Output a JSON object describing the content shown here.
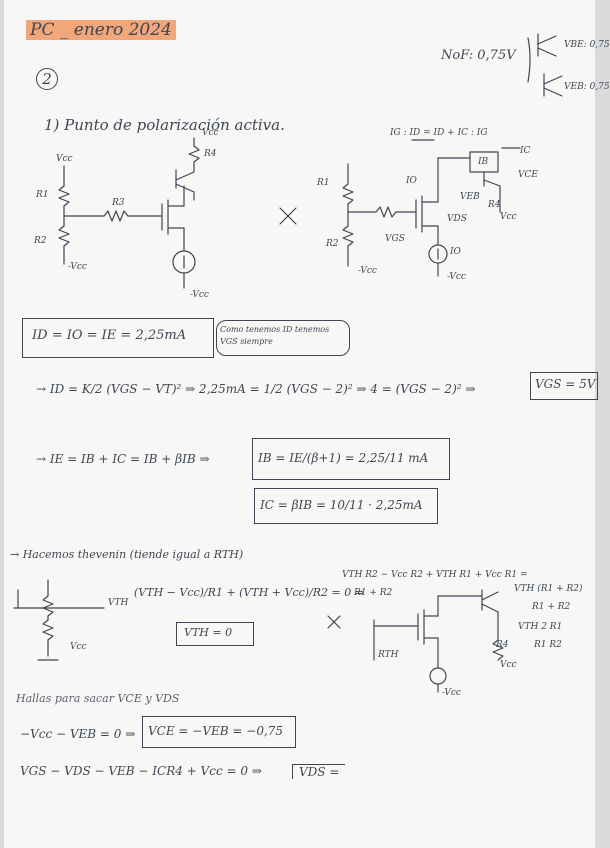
{
  "header": {
    "title": "PC _ enero 2024",
    "problem_number": "2"
  },
  "top_right": {
    "nmos_vt": "NoF: 0,75V",
    "vbe": "VBE: 0,75",
    "veb": "VEB: 0,75"
  },
  "section1": {
    "heading": "1) Punto de polarización activa."
  },
  "circuit1": {
    "vcc": "Vcc",
    "vcc_right": "Vcc",
    "r1": "R1",
    "r2": "R2",
    "r3": "R3",
    "r4": "R4",
    "minus_vcc_left": "-Vcc",
    "minus_vcc": "-Vcc"
  },
  "circuit2": {
    "currents": "IG : ID = ID + IC : IG",
    "ic": "IC",
    "io": "IO",
    "ib": "IB",
    "vce": "VCE",
    "veb": "VEB",
    "r4": "R4",
    "vcc": "Vcc",
    "vds": "VDS",
    "vgs": "VGS",
    "r1": "R1",
    "r2": "R2",
    "io2": "IO",
    "minus_vcc": "-Vcc",
    "minus_vcc_left": "-Vcc"
  },
  "eq_main": {
    "text": "ID = IO = IE = 2,25mA",
    "note": "Como tenemos ID tenemos VGS siempre"
  },
  "eq_id": {
    "text": "→ ID = K/2 (VGS − VT)² ⇒ 2,25mA = 1/2 (VGS − 2)² ⇒ 4 = (VGS − 2)² ⇒",
    "result": "VGS = 5V"
  },
  "eq_ie": {
    "text": "→ IE = IB + IC = IB + βIB ⇒",
    "result": "IB = IE/(β+1) = 2,25/11 mA"
  },
  "eq_ic": {
    "text": "IC = βIB = 10/11 · 2,25mA"
  },
  "thevenin": {
    "heading": "→ Hacemos thevenin (tiende igual a RTH)",
    "vth": "VTH",
    "vcc": "Vcc",
    "equation": "(VTH − Vcc)/R1 + (VTH + Vcc)/R2 = 0 ⇒",
    "result": "VTH = 0",
    "side_eq1": "VTH R2 − Vcc R2 + VTH R1 + Vcc R1 =",
    "side_eq2": "R1 + R2",
    "side_eq3": "VTH (R1 + R2)",
    "side_eq4": "R1 + R2",
    "side_eq5": "VTH 2 R1",
    "side_eq6": "R1 R2",
    "rth": "RTH",
    "r4": "R4",
    "vcc_node": "Vcc",
    "minus_vcc": "-Vcc"
  },
  "final": {
    "heading": "Hallas para sacar VCE y VDS",
    "eq1": "−Vcc − VEB = 0 ⇒",
    "eq1_result": "VCE = −VEB = −0,75",
    "eq2": "VGS − VDS − VEB − ICR4 + Vcc = 0 ⇒",
    "eq2_result": "VDS ="
  }
}
